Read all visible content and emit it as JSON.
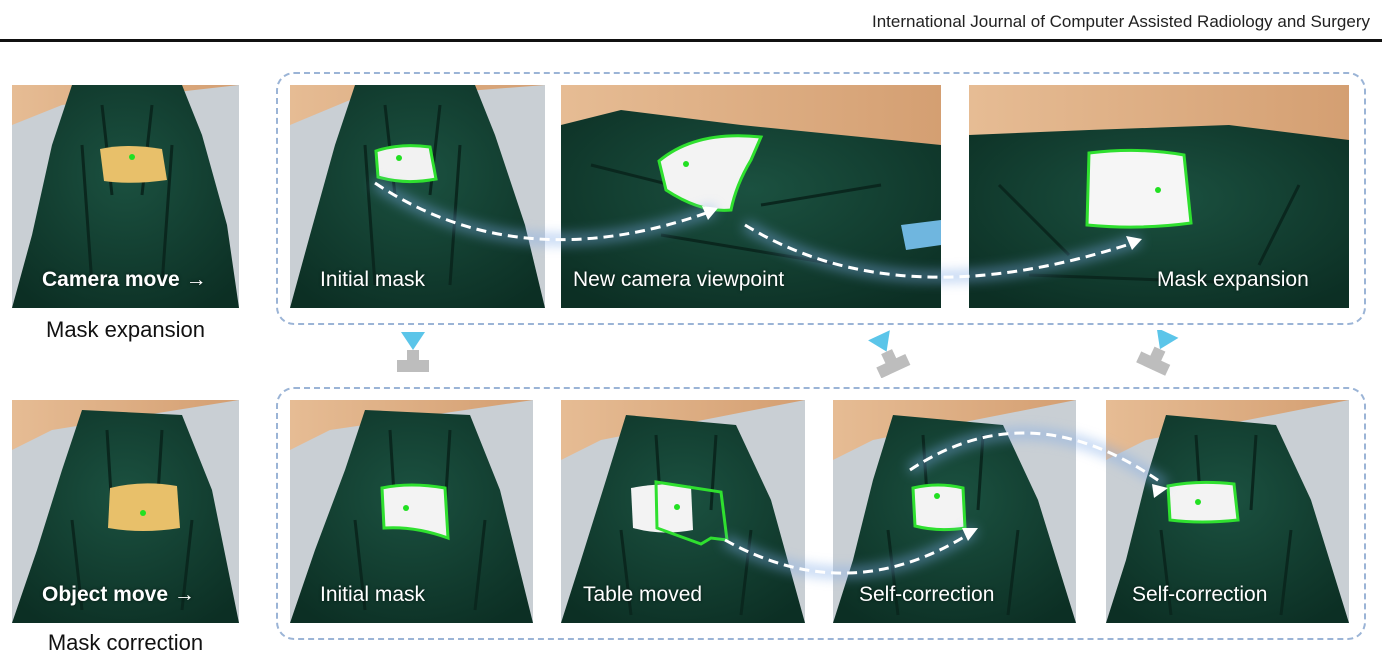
{
  "header": {
    "journal": "International Journal of Computer Assisted Radiology and Surgery"
  },
  "rows": [
    {
      "row_label": "Mask expansion",
      "lead_caption": "Camera move →",
      "frames": [
        {
          "caption": "Initial mask"
        },
        {
          "caption": "New camera viewpoint"
        },
        {
          "caption": "Mask expansion"
        }
      ]
    },
    {
      "row_label": "Mask correction",
      "lead_caption": "Object move →",
      "frames": [
        {
          "caption": "Initial mask"
        },
        {
          "caption": "Table moved"
        },
        {
          "caption": "Self-correction"
        },
        {
          "caption": "Self-correction"
        }
      ]
    }
  ],
  "colors": {
    "mask_outline": "#2fe02f",
    "drape": "#123d30",
    "wall": "#dcae86",
    "floor": "#c9cfd4",
    "frame_border": "#9bb4d6",
    "camera_lens": "#5bc5e9",
    "camera_body": "#bdbdbd"
  },
  "icons": {
    "camera": "camera-icon",
    "trajectory": "dashed-arrow"
  }
}
